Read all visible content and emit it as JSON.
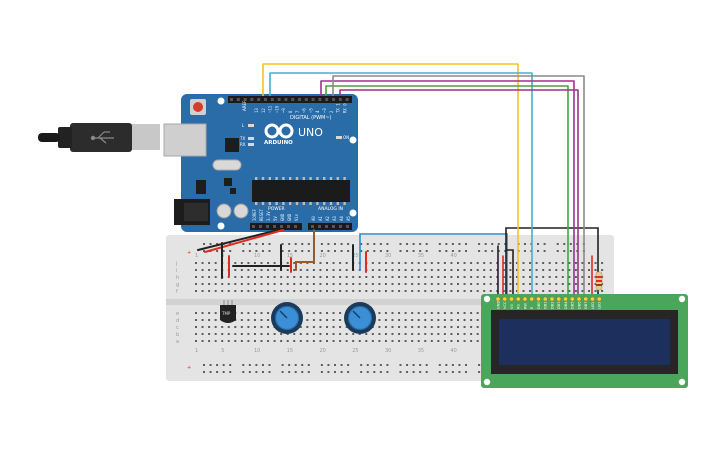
{
  "board": {
    "logo": "UNO",
    "brand": "ARDUINO",
    "digital_label": "DIGITAL (PWM~)",
    "power_label": "POWER",
    "analog_label": "ANALOG IN",
    "on_label": "ON",
    "l_label": "L",
    "tx_label": "TX",
    "rx_label": "RX",
    "aref_label": "AREF",
    "digital_pins": [
      "13",
      "12",
      "~11",
      "~10",
      "~9",
      "8",
      "7",
      "~6",
      "~5",
      "4",
      "~3",
      "2",
      "TX 1",
      "RX 0"
    ],
    "power_pins": [
      "IOREF",
      "RESET",
      "3.3V",
      "5V",
      "GND",
      "GND",
      "Vin"
    ],
    "analog_pins": [
      "A0",
      "A1",
      "A2",
      "A3",
      "A4",
      "A5"
    ]
  },
  "breadboard": {
    "column_numbers": [
      "1",
      "5",
      "10",
      "15",
      "20",
      "25",
      "30",
      "35",
      "40"
    ],
    "row_letters_top": [
      "j",
      "i",
      "h",
      "g",
      "f"
    ],
    "row_letters_bottom": [
      "e",
      "d",
      "c",
      "b",
      "a"
    ]
  },
  "lcd": {
    "pins": [
      "GND",
      "VCC",
      "V0",
      "RS",
      "RW",
      "E",
      "DB0",
      "DB1",
      "DB2",
      "DB3",
      "DB4",
      "DB5",
      "DB6",
      "DB7",
      "LED",
      "LED"
    ]
  },
  "components": {
    "sensor_label": "TMP"
  },
  "colors": {
    "arduino_blue": "#2a6ca7",
    "breadboard": "#e4e4e4",
    "lcd_pcb": "#4ba65c",
    "lcd_screen": "#1c2f5d",
    "wire_yellow": "#f2c51f",
    "wire_cyan": "#43b1cc",
    "wire_purple": "#a22f8e",
    "wire_green": "#44a447",
    "wire_gray": "#8a8a8a",
    "wire_red": "#e02b20",
    "wire_black": "#222222",
    "wire_brown": "#9a5a2a",
    "wire_blue": "#2d8ad1"
  }
}
